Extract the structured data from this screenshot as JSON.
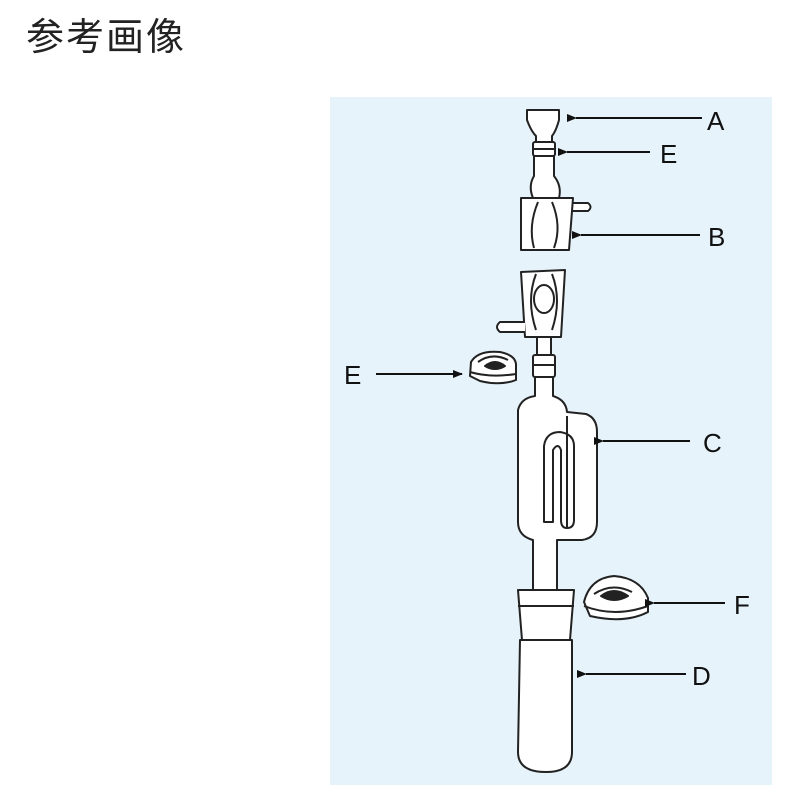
{
  "header": {
    "title": "参考画像"
  },
  "colors": {
    "panel_background": "#e6f3fa",
    "line": "#222222",
    "glass": "#ffffff"
  },
  "labels": {
    "a": "A",
    "e_top": "E",
    "b": "B",
    "e_left": "E",
    "c": "C",
    "f": "F",
    "d": "D"
  }
}
